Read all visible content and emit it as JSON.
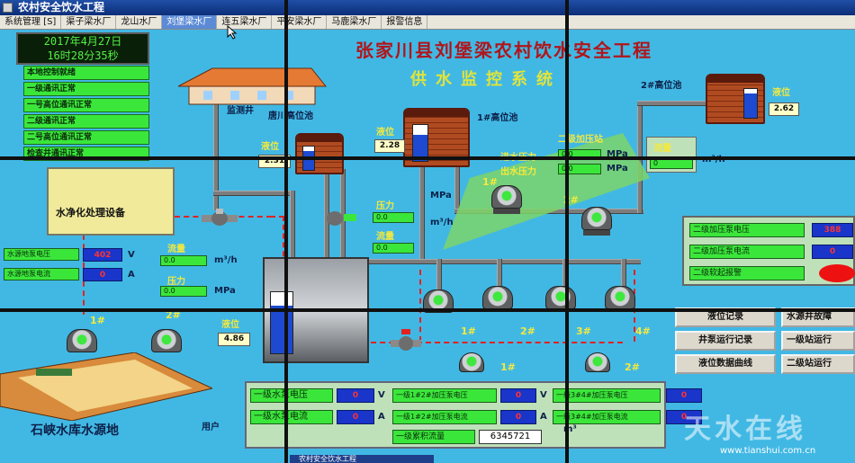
{
  "window": {
    "title": "农村安全饮水工程",
    "taskbar_title": "农村安全饮水工程"
  },
  "menu": [
    {
      "label": "系统管理 [S]",
      "active": false
    },
    {
      "label": "渠子梁水厂",
      "active": false
    },
    {
      "label": "龙山水厂",
      "active": false
    },
    {
      "label": "刘堡梁水厂",
      "active": true
    },
    {
      "label": "连五梁水厂",
      "active": false
    },
    {
      "label": "平安梁水厂",
      "active": false
    },
    {
      "label": "马鹿梁水厂",
      "active": false
    },
    {
      "label": "报警信息",
      "active": false
    }
  ],
  "clock": {
    "date": "2017年4月27日",
    "time": "16时28分35秒"
  },
  "status": [
    "本地控制就绪",
    "一级通讯正常",
    "一号高位通讯正常",
    "二级通讯正常",
    "二号高位通讯正常",
    "检查井通讯正常"
  ],
  "titles": {
    "main": "张家川县刘堡梁农村饮水安全工程",
    "sub": "供水监控系统"
  },
  "labels": {
    "well": "监测井",
    "tang_tank": "唐川高位池",
    "tank1": "1#高位池",
    "tank2": "2#高位池",
    "boost_station": "二级加压站",
    "purify": "水净化处理设备",
    "source": "石峡水库水源地",
    "user": "用户",
    "level": "液位",
    "pressure": "压力",
    "flow": "流量",
    "inlet_pressure": "进水压力",
    "outlet_pressure": "出水压力",
    "unit_mpa": "MPa",
    "unit_m3h": "m³/h",
    "unit_v": "V",
    "unit_a": "A",
    "unit_m3": "m³"
  },
  "values": {
    "tang_level": "2.31",
    "tank1_level": "2.28",
    "tank2_level": "2.62",
    "clear_level": "4.86",
    "pressure_mid": "0.0",
    "flow_mid": "0.0",
    "flow_left": "0.0",
    "pressure_left": "0.0",
    "inlet_pressure": "0.0",
    "outlet_pressure": "0.0",
    "boost_flow": "0",
    "source_voltage": "402",
    "source_current": "0"
  },
  "source_pumps": {
    "voltage_label": "水源地泵电压",
    "current_label": "水源地泵电流"
  },
  "boost_panel": {
    "voltage_label": "二级加压泵电压",
    "voltage_value": "388",
    "current_label": "二级加压泵电流",
    "current_value": "0",
    "alarm_label": "二级软起报警"
  },
  "buttons": [
    "液位记录",
    "水源井故障",
    "井泵运行记录",
    "一级站运行",
    "液位数据曲线",
    "二级站运行"
  ],
  "bottom": {
    "r1_label": "一级水泵电压",
    "r1_value": "0",
    "r2_label": "一级水泵电流",
    "r2_value": "0",
    "m1_label": "一级1#2#加压泵电压",
    "m1_value": "0",
    "m2_label": "一级1#2#加压泵电流",
    "m2_value": "0",
    "x1_label": "一级3#4#加压泵电压",
    "x1_value": "0",
    "x2_label": "一级3#4#加压泵电流",
    "x2_value": "0",
    "total_label": "一级累积流量",
    "total_value": "6345721"
  },
  "pump_numbers": [
    "1#",
    "2#",
    "1#",
    "2#",
    "3#",
    "4#",
    "1#",
    "2#",
    "1#",
    "2#"
  ],
  "watermark": {
    "text": "天水在线",
    "url": "www.tianshui.com.cn"
  },
  "colors": {
    "background": "#41b8e4",
    "title_red": "#b1151a",
    "label_yellow": "#f3e93d",
    "led_green": "#54f046",
    "status_green": "#3be63b",
    "value_blue": "#1a35c9",
    "pipe_red": "#e32121"
  }
}
